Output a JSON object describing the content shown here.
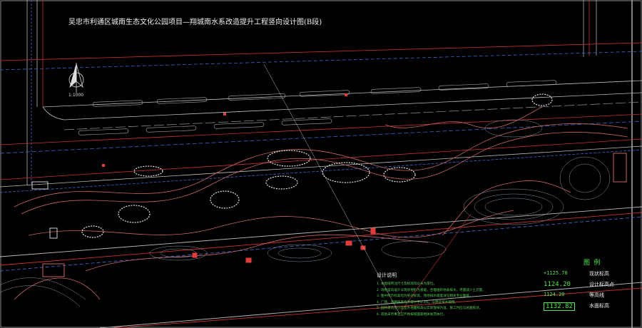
{
  "drawing": {
    "title": "吴忠市利通区城南生态文化公园项目—翔城南水系改造提升工程竖向设计图(B段)",
    "scale_label": "1:1000",
    "north_icon": "north-arrow-icon"
  },
  "legend": {
    "title": "图 例",
    "items": [
      {
        "symbol": "+1125.70",
        "label": "现状标高"
      },
      {
        "symbol": "1124.20",
        "label": "设计标高点"
      },
      {
        "symbol": "1124.20",
        "label": "等高线"
      },
      {
        "symbol": "1132.82",
        "label": "水面标高"
      }
    ]
  },
  "notes": {
    "title": "设计说明",
    "lines": [
      "1. 本图纸所注尺寸及标高均以米为单位。",
      "2. 场地竖向设计以现状地形为基础，合理组织地表排水，尽量减少土方量。",
      "3. 图中所示标高均为绝对标高，场地排水坡度详见相关专业图纸。",
      "4. 广场、道路坡度均不得小于0.3%，以保证排水顺畅。",
      "5. 园林建筑及小品室外地面标高以实际放样为准，施工时应与总图核对。",
      "6. 其他未尽事宜应严格按照国家相关规范执行。"
    ]
  },
  "colors": {
    "background": "#000000",
    "road_line": "#d8d8d8",
    "red_line": "#c83232",
    "blue_line": "#3c64c8",
    "contour": "#7d96a5",
    "text_green": "#5fef5f"
  }
}
